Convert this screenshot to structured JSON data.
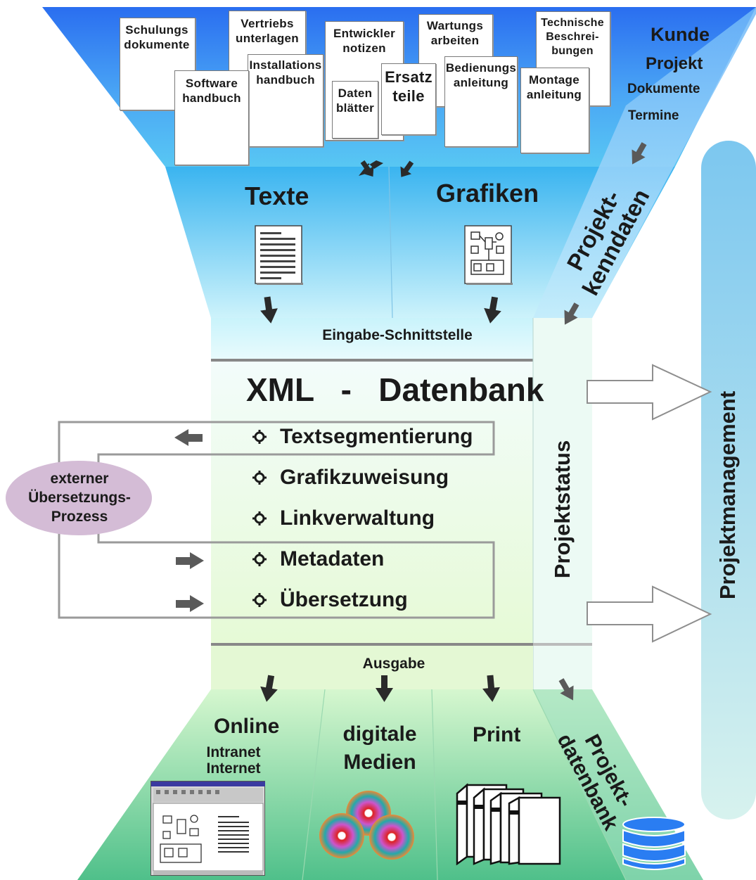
{
  "documents": [
    {
      "id": "schulung",
      "label": "Schulungs\ndokumente"
    },
    {
      "id": "vertrieb",
      "label": "Vertriebs\nunterlagen"
    },
    {
      "id": "installation",
      "label": "Installations\nhandbuch"
    },
    {
      "id": "software",
      "label": "Software\nhandbuch"
    },
    {
      "id": "entwickler",
      "label": "Entwickler\nnotizen"
    },
    {
      "id": "datenblaetter",
      "label": "Daten\nblätter"
    },
    {
      "id": "ersatzteile",
      "label": "Ersatz\nteile"
    },
    {
      "id": "wartung",
      "label": "Wartungs\narbeiten"
    },
    {
      "id": "bedienung",
      "label": "Bedienungs\nanleitung"
    },
    {
      "id": "technisch",
      "label": "Technische\nBeschrei-\nbungen"
    },
    {
      "id": "montage",
      "label": "Montage\nanleitung"
    }
  ],
  "kunde": {
    "title": "Kunde",
    "items": [
      "Projekt",
      "Dokumente",
      "Termine"
    ]
  },
  "inputs": {
    "texte": "Texte",
    "grafiken": "Grafiken"
  },
  "projektkenndaten": "Projekt-\nkenndaten",
  "eingabe": "Eingabe-Schnittstelle",
  "database_title": "XML   -   Datenbank",
  "features": [
    "Textsegmentierung",
    "Grafikzuweisung",
    "Linkverwaltung",
    "Metadaten",
    "Übersetzung"
  ],
  "extern": "externer\nÜbersetzungs-\nProzess",
  "projektstatus": "Projektstatus",
  "projektmanagement": "Projektmanagement",
  "ausgabe": "Ausgabe",
  "outputs": {
    "online": "Online",
    "online_sub": "Intranet\nInternet",
    "digital": "digitale\nMedien",
    "print": "Print"
  },
  "projektdatenbank": "Projekt-\ndatenbank",
  "colors": {
    "accent_blue": "#2f7ef2",
    "light_blue": "#c8f2fb",
    "light_green": "#eafbe0",
    "green": "#5ec98a",
    "oval": "#d4bcd6",
    "pm_bar": "#a8d9e0"
  }
}
